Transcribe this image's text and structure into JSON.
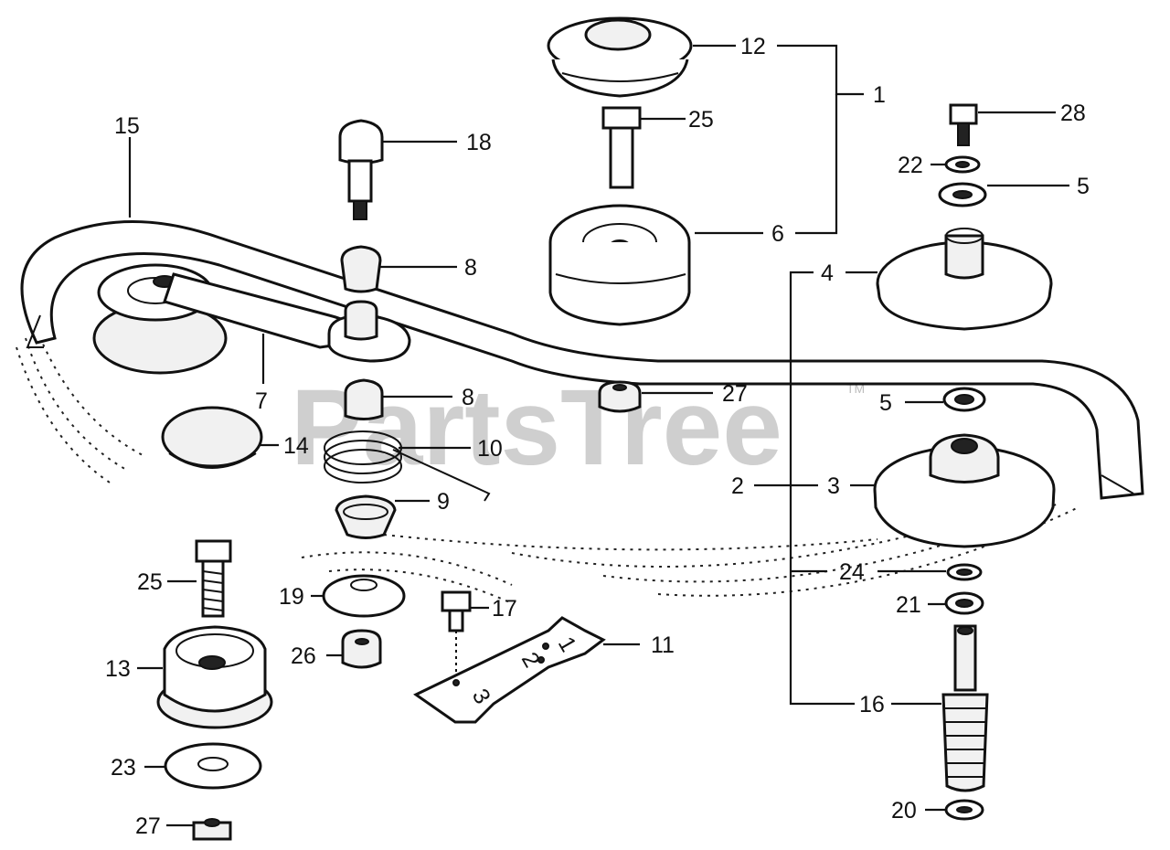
{
  "watermark": {
    "text": "PartsTree",
    "trademark": "TM"
  },
  "callouts": {
    "c1": "1",
    "c2": "2",
    "c3": "3",
    "c4": "4",
    "c5a": "5",
    "c5b": "5",
    "c6": "6",
    "c7": "7",
    "c8a": "8",
    "c8b": "8",
    "c9": "9",
    "c10": "10",
    "c11": "11",
    "c12": "12",
    "c13": "13",
    "c14": "14",
    "c15": "15",
    "c16": "16",
    "c17": "17",
    "c18": "18",
    "c19": "19",
    "c20": "20",
    "c21": "21",
    "c22": "22",
    "c23": "23",
    "c24": "24",
    "c25a": "25",
    "c25b": "25",
    "c26": "26",
    "c27a": "27",
    "c27b": "27",
    "c28": "28"
  },
  "blade_marks": [
    "2",
    "1",
    "3"
  ]
}
